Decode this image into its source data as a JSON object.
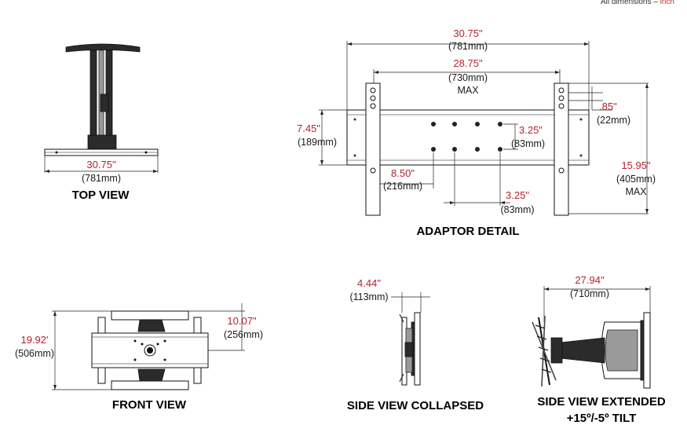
{
  "header_note": {
    "text": "All dimensions – ",
    "unit": "inch"
  },
  "top_view": {
    "title": "TOP VIEW",
    "width_in": "30.75\"",
    "width_mm": "(781mm)"
  },
  "adaptor_detail": {
    "title": "ADAPTOR DETAIL",
    "overall_in": "30.75\"",
    "overall_mm": "(781mm)",
    "max_in": "28.75\"",
    "max_mm": "(730mm)",
    "max_label": "MAX",
    "slot_in": ".85\"",
    "slot_mm": "(22mm)",
    "height_in": "7.45\"",
    "height_mm": "(189mm)",
    "hole_v_in": "3.25\"",
    "hole_v_mm": "(83mm)",
    "offset_in": "8.50\"",
    "offset_mm": "(216mm)",
    "hole_h_in": "3.25\"",
    "hole_h_mm": "(83mm)",
    "tall_in": "15.95\"",
    "tall_mm": "(405mm)",
    "tall_max": "MAX"
  },
  "front_view": {
    "title": "FRONT VIEW",
    "height_in": "19.92'",
    "height_mm": "(506mm)",
    "center_in": "10.07\"",
    "center_mm": "(256mm)"
  },
  "side_collapsed": {
    "title": "SIDE VIEW COLLAPSED",
    "depth_in": "4.44\"",
    "depth_mm": "(113mm)"
  },
  "side_extended": {
    "title_line1": "SIDE VIEW EXTENDED",
    "title_line2": "+15º/-5º TILT",
    "depth_in": "27.94\"",
    "depth_mm": "(710mm)"
  }
}
